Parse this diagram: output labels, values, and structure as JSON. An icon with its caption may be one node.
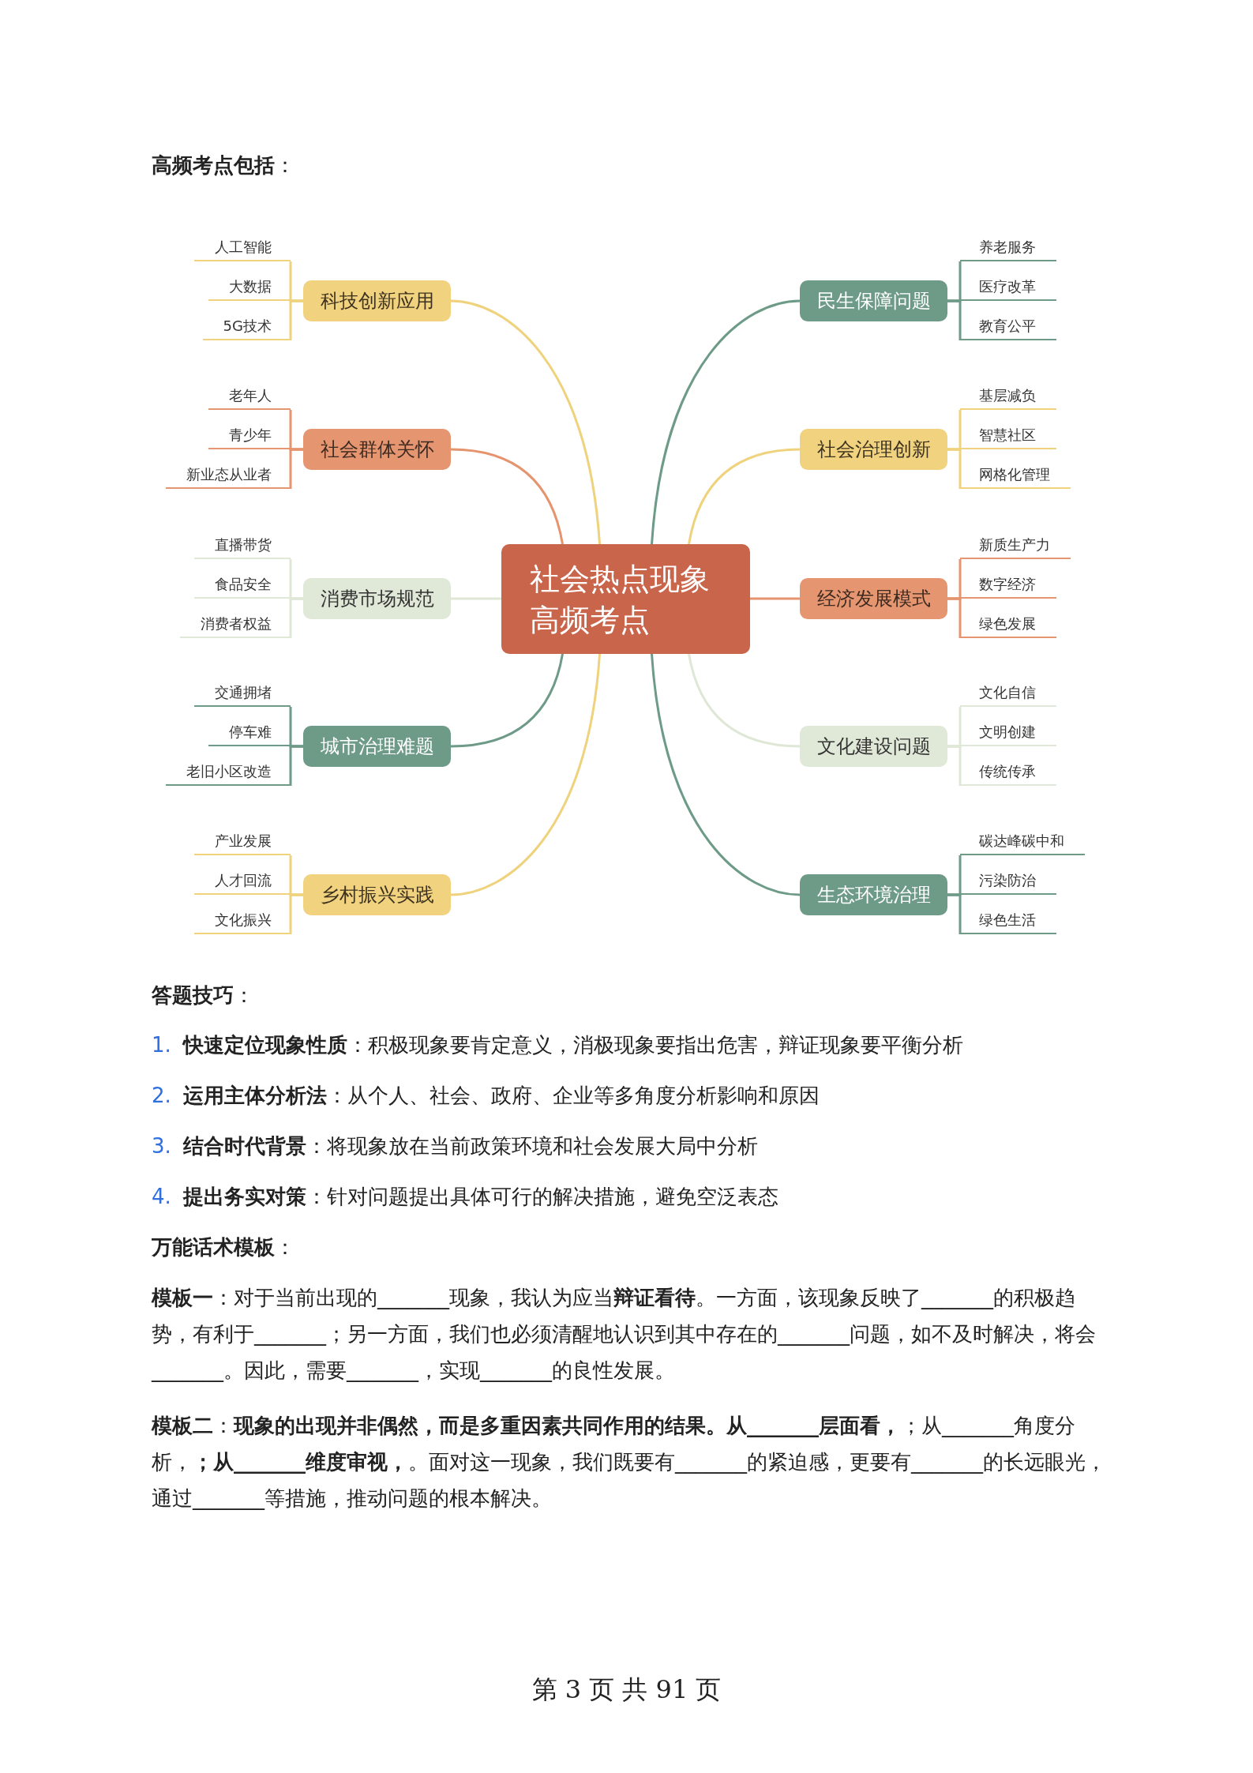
{
  "diagram": {
    "nodes": [
      {
        "text": [
          "社会热点现象高频考点"
        ]
      },
      {
        "text": [
          "科技创新应用"
        ]
      },
      {
        "text": [
          "人工智能"
        ]
      },
      {
        "text": [
          "大数据"
        ]
      },
      {
        "text": [
          "5G技术"
        ]
      },
      {
        "text": [
          "社会群体关怀"
        ]
      },
      {
        "text": [
          "老年人"
        ]
      },
      {
        "text": [
          "青少年"
        ]
      },
      {
        "text": [
          "新业态从业者"
        ]
      },
      {
        "text": [
          "消费市场规范"
        ]
      },
      {
        "text": [
          "直播带货"
        ]
      },
      {
        "text": [
          "食品安全"
        ]
      },
      {
        "text": [
          "消费者权益"
        ]
      },
      {
        "text": [
          "城市治理难题"
        ]
      },
      {
        "text": [
          "交通拥堵"
        ]
      },
      {
        "text": [
          "停车难"
        ]
      },
      {
        "text": [
          "老旧小区改造"
        ]
      },
      {
        "text": [
          "乡村振兴实践"
        ]
      },
      {
        "text": [
          "产业发展"
        ]
      },
      {
        "text": [
          "人才回流"
        ]
      },
      {
        "text": [
          "文化振兴"
        ]
      },
      {
        "text": [
          "民生保障问题"
        ]
      },
      {
        "text": [
          "养老服务"
        ]
      },
      {
        "text": [
          "医疗改革"
        ]
      },
      {
        "text": [
          "教育公平"
        ]
      },
      {
        "text": [
          "社会治理创新"
        ]
      },
      {
        "text": [
          "基层减负"
        ]
      },
      {
        "text": [
          "智慧社区"
        ]
      },
      {
        "text": [
          "网格化管理"
        ]
      },
      {
        "text": [
          "经济发展模式"
        ]
      },
      {
        "text": [
          "新质生产力"
        ]
      },
      {
        "text": [
          "数字经济"
        ]
      },
      {
        "text": [
          "绿色发展"
        ]
      },
      {
        "text": [
          "文化建设问题"
        ]
      },
      {
        "text": [
          "文化自信"
        ]
      },
      {
        "text": [
          "文明创建"
        ]
      },
      {
        "text": [
          "传统传承"
        ]
      },
      {
        "text": [
          "生态环境治理"
        ]
      },
      {
        "text": [
          "碳达峰碳中和"
        ]
      },
      {
        "text": [
          "污染防治"
        ]
      },
      {
        "text": [
          "绿色生活"
        ]
      }
    ],
    "edges": [
      {
        "from": 0,
        "to": 1,
        "arrow": "none",
        "color": "#efd27c"
      },
      {
        "from": 1,
        "to": 2,
        "arrow": "none",
        "color": "#efd27c"
      },
      {
        "from": 1,
        "to": 3,
        "arrow": "none",
        "color": "#efd27c"
      },
      {
        "from": 1,
        "to": 4,
        "arrow": "none",
        "color": "#efd27c"
      },
      {
        "from": 0,
        "to": 5,
        "arrow": "none",
        "color": "#e5946e"
      },
      {
        "from": 5,
        "to": 6,
        "arrow": "none",
        "color": "#e5946e"
      },
      {
        "from": 5,
        "to": 7,
        "arrow": "none",
        "color": "#e5946e"
      },
      {
        "from": 5,
        "to": 8,
        "arrow": "none",
        "color": "#e5946e"
      },
      {
        "from": 0,
        "to": 9,
        "arrow": "none",
        "color": "#dfe7d6"
      },
      {
        "from": 9,
        "to": 10,
        "arrow": "none",
        "color": "#dfe7d6"
      },
      {
        "from": 9,
        "to": 11,
        "arrow": "none",
        "color": "#dfe7d6"
      },
      {
        "from": 9,
        "to": 12,
        "arrow": "none",
        "color": "#dfe7d6"
      },
      {
        "from": 0,
        "to": 13,
        "arrow": "none",
        "color": "#6e9a88"
      },
      {
        "from": 13,
        "to": 14,
        "arrow": "none",
        "color": "#6e9a88"
      },
      {
        "from": 13,
        "to": 15,
        "arrow": "none",
        "color": "#6e9a88"
      },
      {
        "from": 13,
        "to": 16,
        "arrow": "none",
        "color": "#6e9a88"
      },
      {
        "from": 0,
        "to": 17,
        "arrow": "none",
        "color": "#efd27c"
      },
      {
        "from": 17,
        "to": 18,
        "arrow": "none",
        "color": "#efd27c"
      },
      {
        "from": 17,
        "to": 19,
        "arrow": "none",
        "color": "#efd27c"
      },
      {
        "from": 17,
        "to": 20,
        "arrow": "none",
        "color": "#efd27c"
      },
      {
        "from": 0,
        "to": 21,
        "arrow": "none",
        "color": "#6e9a88"
      },
      {
        "from": 21,
        "to": 22,
        "arrow": "none",
        "color": "#6e9a88"
      },
      {
        "from": 21,
        "to": 23,
        "arrow": "none",
        "color": "#6e9a88"
      },
      {
        "from": 21,
        "to": 24,
        "arrow": "none",
        "color": "#6e9a88"
      },
      {
        "from": 0,
        "to": 25,
        "arrow": "none",
        "color": "#efd27c"
      },
      {
        "from": 25,
        "to": 26,
        "arrow": "none",
        "color": "#efd27c"
      },
      {
        "from": 25,
        "to": 27,
        "arrow": "none",
        "color": "#efd27c"
      },
      {
        "from": 25,
        "to": 28,
        "arrow": "none",
        "color": "#efd27c"
      },
      {
        "from": 0,
        "to": 29,
        "arrow": "none",
        "color": "#e5946e"
      },
      {
        "from": 29,
        "to": 30,
        "arrow": "none",
        "color": "#e5946e"
      },
      {
        "from": 29,
        "to": 31,
        "arrow": "none",
        "color": "#e5946e"
      },
      {
        "from": 29,
        "to": 32,
        "arrow": "none",
        "color": "#e5946e"
      },
      {
        "from": 0,
        "to": 33,
        "arrow": "none",
        "color": "#dfe7d6"
      },
      {
        "from": 33,
        "to": 34,
        "arrow": "none",
        "color": "#dfe7d6"
      },
      {
        "from": 33,
        "to": 35,
        "arrow": "none",
        "color": "#dfe7d6"
      },
      {
        "from": 33,
        "to": 36,
        "arrow": "none",
        "color": "#dfe7d6"
      },
      {
        "from": 0,
        "to": 37,
        "arrow": "none",
        "color": "#6e9a88"
      },
      {
        "from": 37,
        "to": 38,
        "arrow": "none",
        "color": "#6e9a88"
      },
      {
        "from": 37,
        "to": 39,
        "arrow": "none",
        "color": "#6e9a88"
      },
      {
        "from": 37,
        "to": 40,
        "arrow": "none",
        "color": "#6e9a88"
      }
    ],
    "labels": [
      "**高频考点包括**：",
      "**答题技巧**：",
      "1.",
      "**快速定位现象性质**：积极现象要肯定意义，消极现象要指出危害，辩证现象要平衡分析",
      "2.",
      "**运用主体分析法**：从个人、社会、政府、企业等多角度分析影响和原因",
      "3.",
      "**结合时代背景**：将现象放在当前政策环境和社会发展大局中分析",
      "4.",
      "**提出务实对策**：针对问题提出具体可行的解决措施，避免空泛表态",
      "**万能话术模板**：",
      "**模板一**：对于当前出现的_______现象，我认为应当**辩证看待**。一方面，该现象反映了_______的积极趋势，有利于_______；另一方面，我们也必须清醒地认识到其中存在的_______问题，如不及时解决，将会_______。因此，需要_______，实现_______的良性发展。",
      "**模板二**：**现象的出现并非偶然，而是多重因素共同作用的结果。从_______层面看，**；从_______角度分析，**；从_______维度审视，**。面对这一现象，我们既要有_______的紧迫感，更要有_______的长远眼光，通过_______等措施，推动问题的根本解决。",
      "第 3 页 共 91 页"
    ]
  }
}
